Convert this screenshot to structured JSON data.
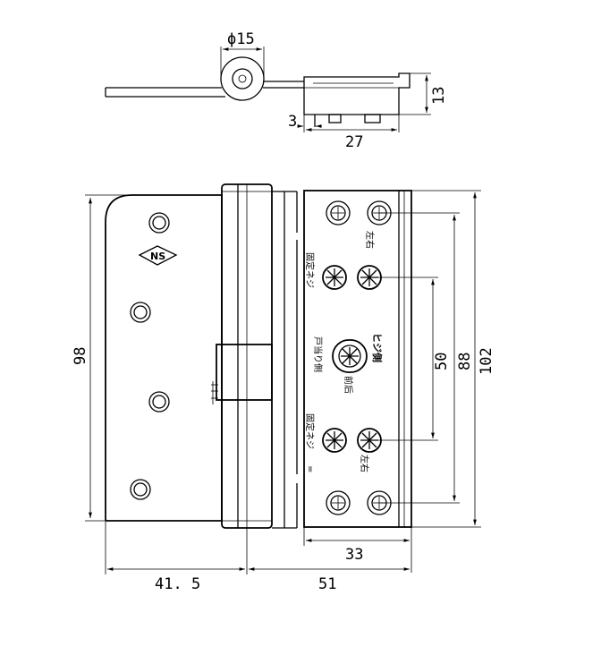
{
  "dimensions": {
    "top_diameter": "ϕ15",
    "top_height": "13",
    "top_offset": "3",
    "top_width": "27",
    "left_height": "98",
    "plate_width": "33",
    "right_span_50": "50",
    "right_span_88": "88",
    "right_span_102": "102",
    "bottom_left": "41. 5",
    "bottom_right": "51"
  },
  "labels": {
    "logo": "NS",
    "upper_lr": "左右",
    "upper_fix": "固定ネジ",
    "mid_hinge_side": "ヒジ側",
    "mid_door_side": "戸当り側",
    "mid_front_back": "前后",
    "lower_fix": "固定ネジ",
    "lower_lr": "左右",
    "lower_mark": "="
  }
}
